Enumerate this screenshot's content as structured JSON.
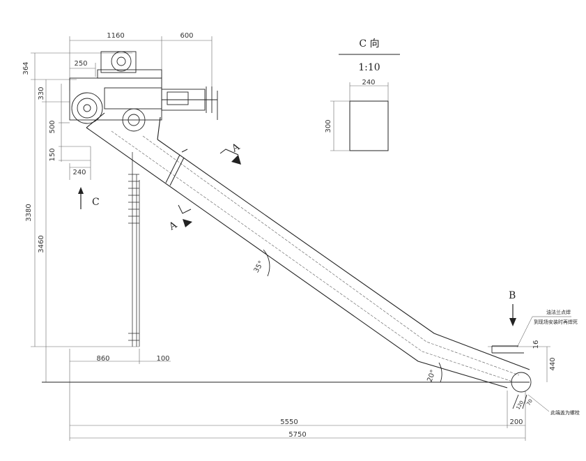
{
  "view_label": {
    "title": "C 向",
    "scale": "1:10"
  },
  "detail": {
    "width": "240",
    "height": "300"
  },
  "dims": {
    "d1160": "1160",
    "d600": "600",
    "d364": "364",
    "d250": "250",
    "d330": "330",
    "d500": "500",
    "d150": "150",
    "d240": "240",
    "d3380": "3380",
    "d3460": "3460",
    "d860": "860",
    "d100": "100",
    "d5550": "5550",
    "d5750": "5750",
    "d200": "200",
    "d440": "440",
    "d16": "16",
    "d120": "120",
    "d70": "70"
  },
  "angles": {
    "a35": "35°",
    "a20": "20°"
  },
  "markers": {
    "c": "C",
    "a_top": "A",
    "a_bottom": "A",
    "b": "B"
  },
  "notes": {
    "n1": "油法兰点焊",
    "n2": "到现场安装时再焊死",
    "n3": "此端盖为螺栓"
  }
}
